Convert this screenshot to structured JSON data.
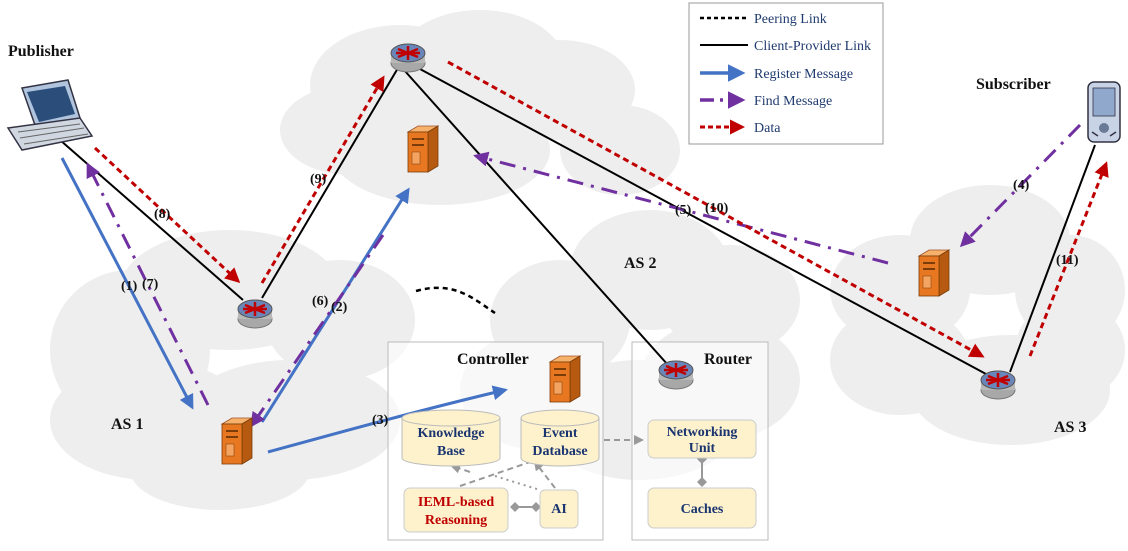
{
  "legend": {
    "items": [
      {
        "label": "Peering Link"
      },
      {
        "label": "Client-Provider Link"
      },
      {
        "label": "Register Message"
      },
      {
        "label": "Find Message"
      },
      {
        "label": "Data"
      }
    ]
  },
  "nodes": {
    "publisher": "Publisher",
    "subscriber": "Subscriber",
    "as1": "AS 1",
    "as2": "AS 2",
    "as3": "AS 3"
  },
  "controller": {
    "title": "Controller",
    "knowledge_base": [
      "Knowledge",
      "Base"
    ],
    "event_database": [
      "Event",
      "Database"
    ],
    "reasoning": [
      "IEML-based",
      "Reasoning"
    ],
    "ai": "AI"
  },
  "router": {
    "title": "Router",
    "networking_unit": [
      "Networking",
      "Unit"
    ],
    "caches": "Caches"
  },
  "steps": {
    "s1": "(1)",
    "s7": "(7)",
    "s8": "(8)",
    "s9": "(9)",
    "s6": "(6)",
    "s2": "(2)",
    "s3": "(3)",
    "s5": "(5)",
    "s10": "(10)",
    "s4": "(4)",
    "s11": "(11)"
  },
  "colors": {
    "register": "#4472c4",
    "find": "#7030a0",
    "data": "#c00000",
    "cloud": "#eeeeee",
    "box": "#fdf2cc"
  }
}
